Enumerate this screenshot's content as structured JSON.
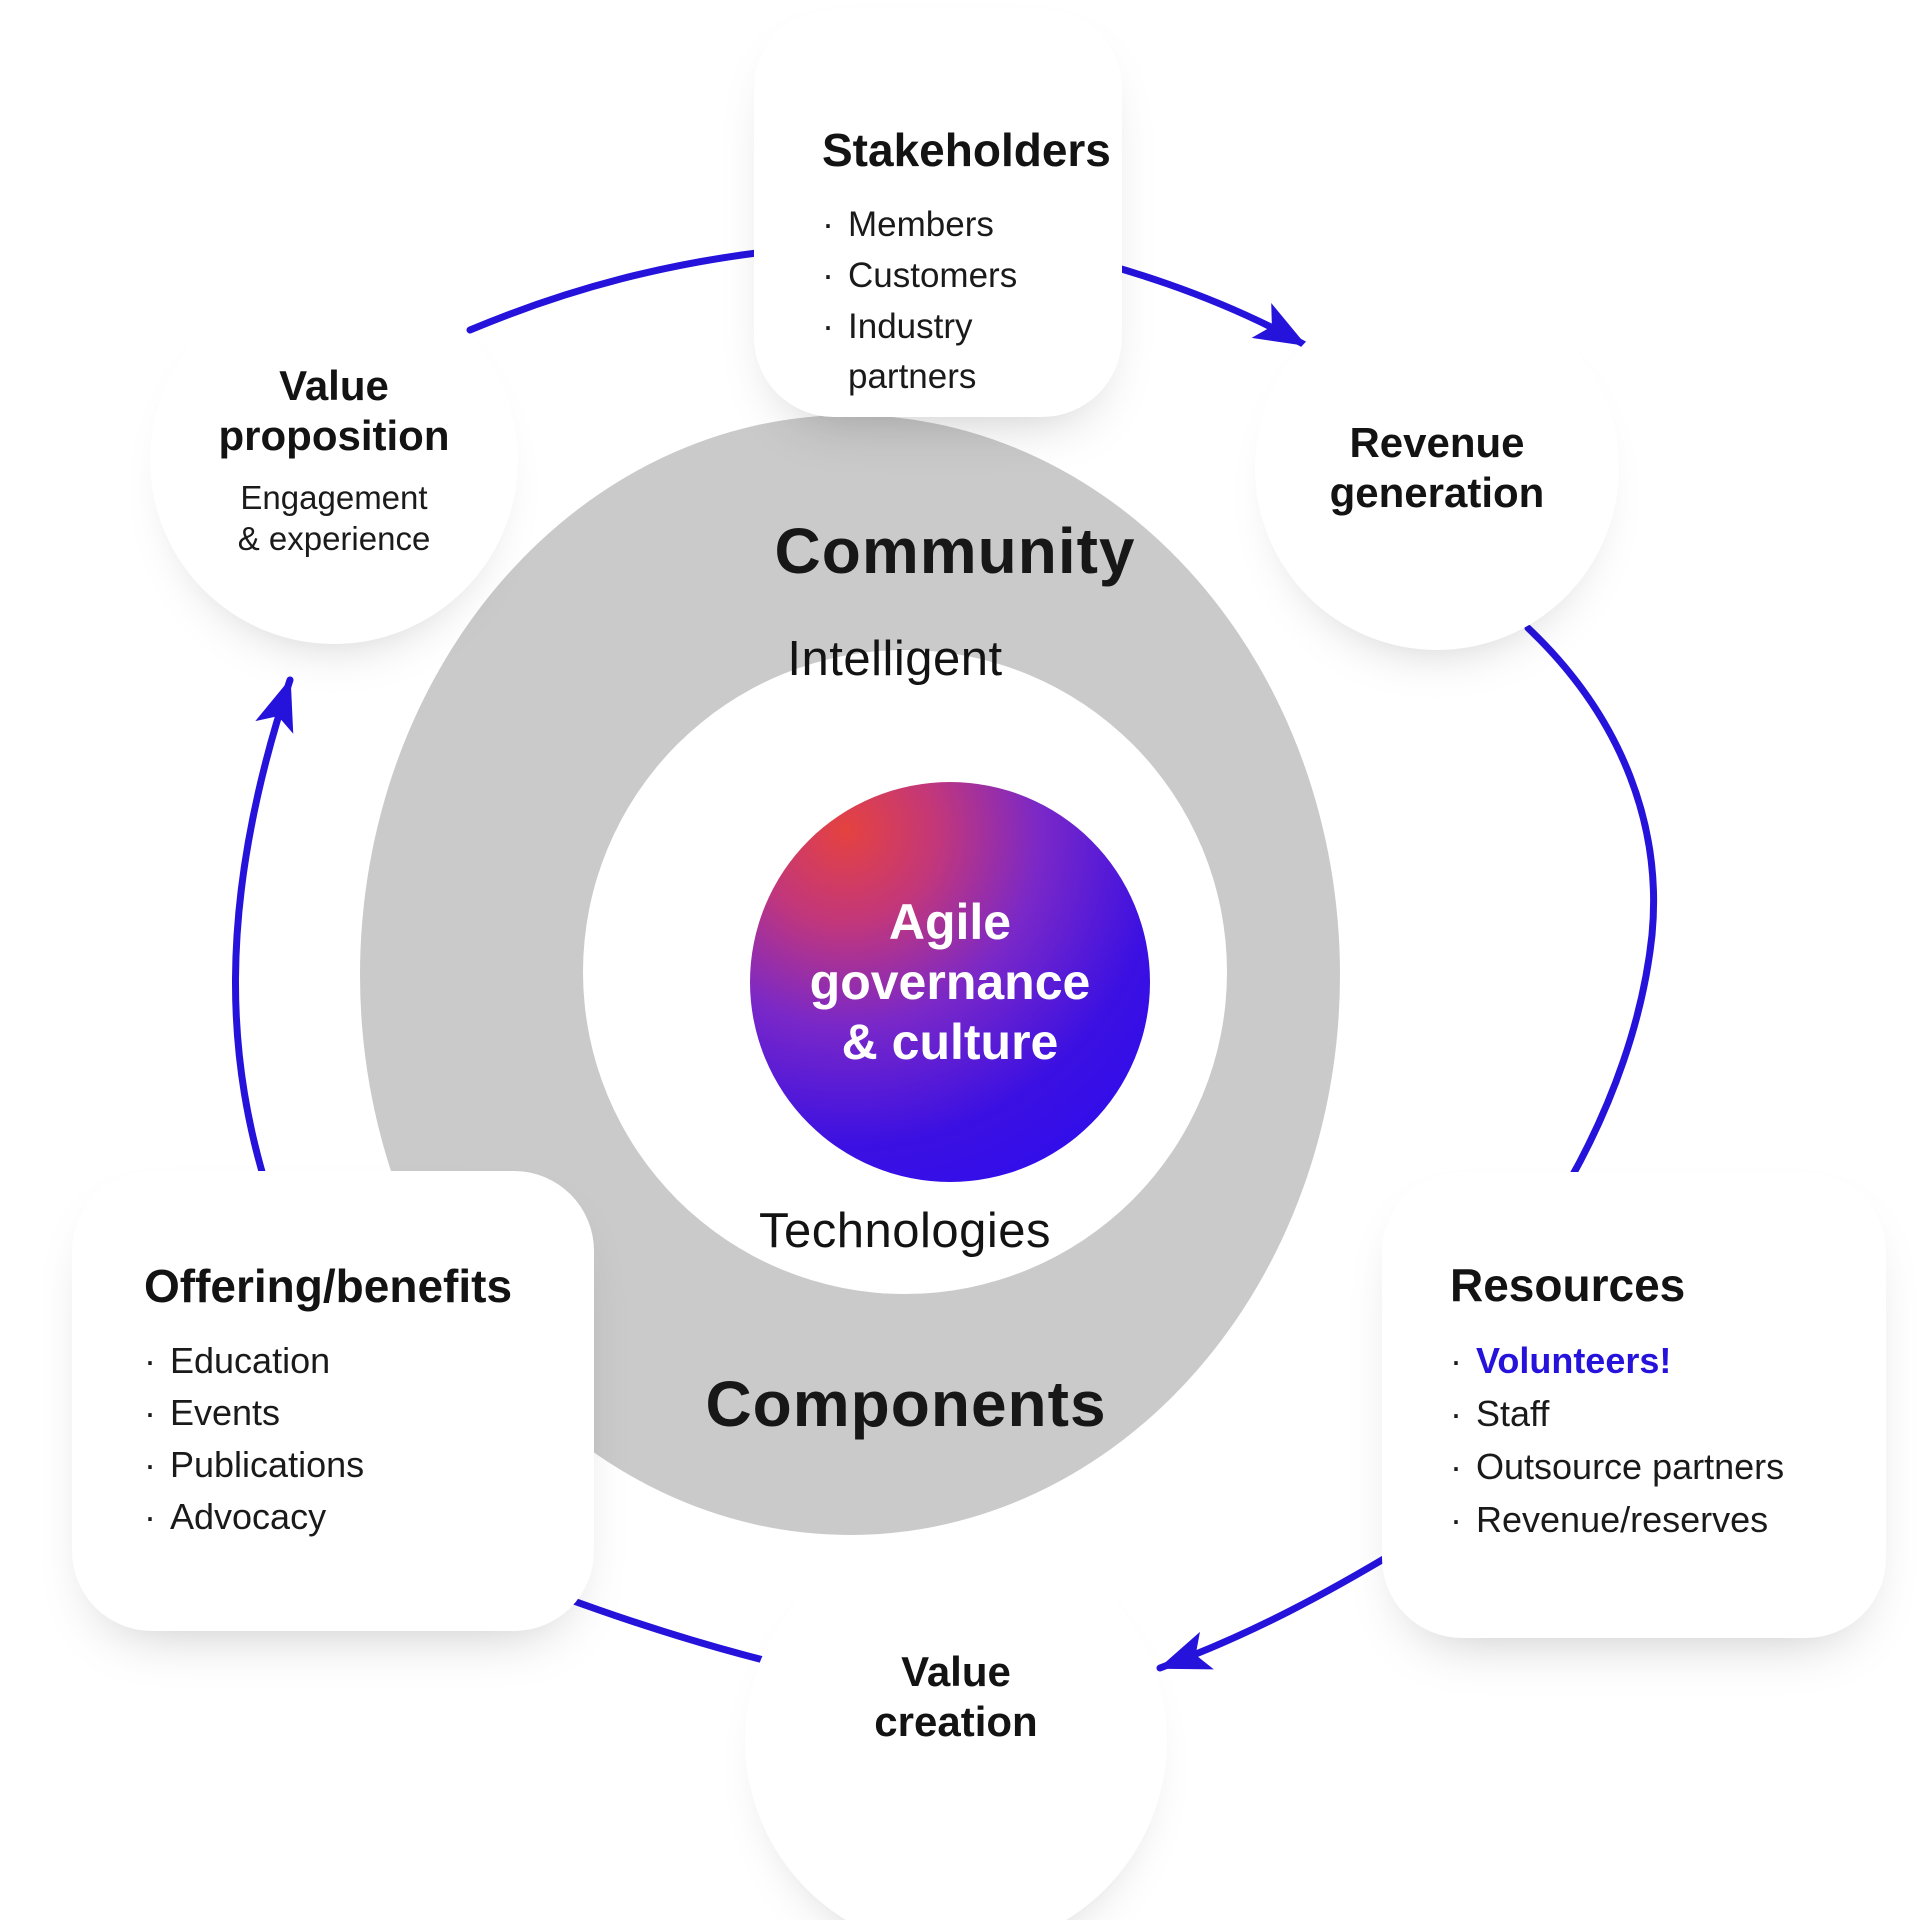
{
  "colors": {
    "arrow": "#2513dc",
    "ring": "#cacaca",
    "ink": "#131313",
    "highlight": "#2513dc",
    "node_background": "#ffffff",
    "gradient_red": "#e5423f",
    "gradient_blue": "#2a0bf2"
  },
  "misc": {
    "bullet": "·"
  },
  "ring": {
    "outer_top": "Community",
    "outer_bottom": "Components",
    "inner_top": "Intelligent",
    "inner_bottom": "Technologies"
  },
  "center": {
    "line1": "Agile",
    "line2": "governance",
    "line3": "& culture"
  },
  "circles": {
    "value_proposition": {
      "line1": "Value",
      "line2": "proposition",
      "sub1": "Engagement",
      "sub2": "& experience"
    },
    "revenue_generation": {
      "line1": "Revenue",
      "line2": "generation"
    },
    "value_creation": {
      "line1": "Value",
      "line2": "creation"
    }
  },
  "cards": {
    "stakeholders": {
      "title": "Stakeholders",
      "items": [
        "Members",
        "Customers",
        "Industry partners"
      ]
    },
    "offering": {
      "title": "Offering/benefits",
      "items": [
        "Education",
        "Events",
        "Publications",
        "Advocacy"
      ]
    },
    "resources": {
      "title": "Resources",
      "items": [
        "Volunteers!",
        "Staff",
        "Outsource partners",
        "Revenue/reserves"
      ]
    }
  }
}
